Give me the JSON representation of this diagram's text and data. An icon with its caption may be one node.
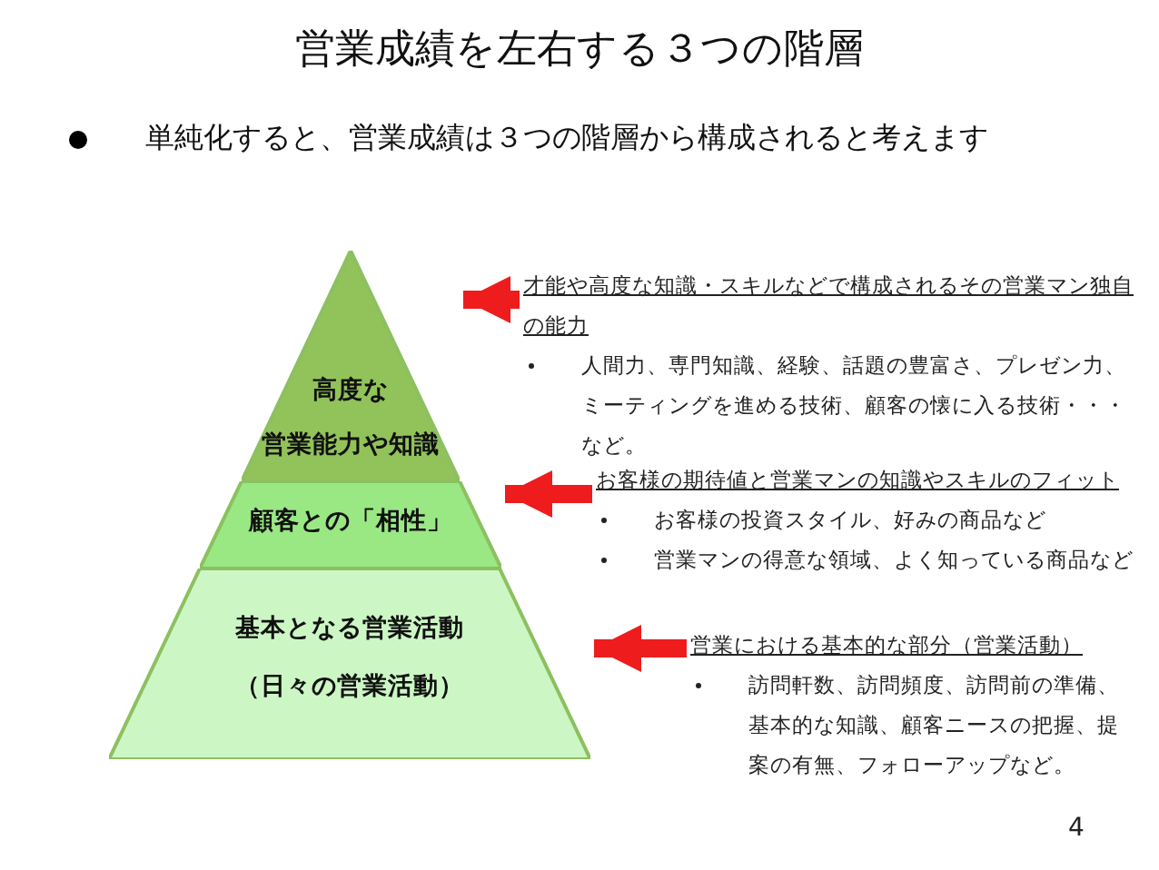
{
  "diagram": {
    "title": "営業成績を左右する３つの階層",
    "nodes": [
      {
        "text": [
          "高度な",
          "営業能力や知識"
        ]
      },
      {
        "text": [
          "顧客との「相性」"
        ]
      },
      {
        "text": [
          "基本となる営業活動",
          "（日々の営業活動）"
        ]
      },
      {
        "text": [
          "才能や高度な知識・スキルなどで構成されるその営業マン独自の能力",
          "人間力、専門知識、経験、話題の豊富さ、プレゼン力、ミーティングを進める技術、顧客の懐に入る技術・・・など。"
        ]
      },
      {
        "text": [
          "お客様の期待値と営業マンの知識やスキルのフィット",
          "お客様の投資スタイル、好みの商品など",
          "営業マンの得意な領域、よく知っている商品など"
        ]
      },
      {
        "text": [
          "営業における基本的な部分（営業活動）",
          "訪問軒数、訪問頻度、訪問前の準備、基本的な知識、顧客ニースの把握、提案の有無、フォローアップなど。"
        ]
      }
    ],
    "edges": [
      {
        "from": 3,
        "to": 0,
        "arrow": "to",
        "color": "#ee1c1c"
      },
      {
        "from": 4,
        "to": 1,
        "arrow": "to",
        "color": "#ee1c1c"
      },
      {
        "from": 5,
        "to": 2,
        "arrow": "to",
        "color": "#ee1c1c"
      }
    ],
    "labels": [
      "単純化すると、営業成績は３つの階層から構成されると考えます",
      "4"
    ]
  }
}
